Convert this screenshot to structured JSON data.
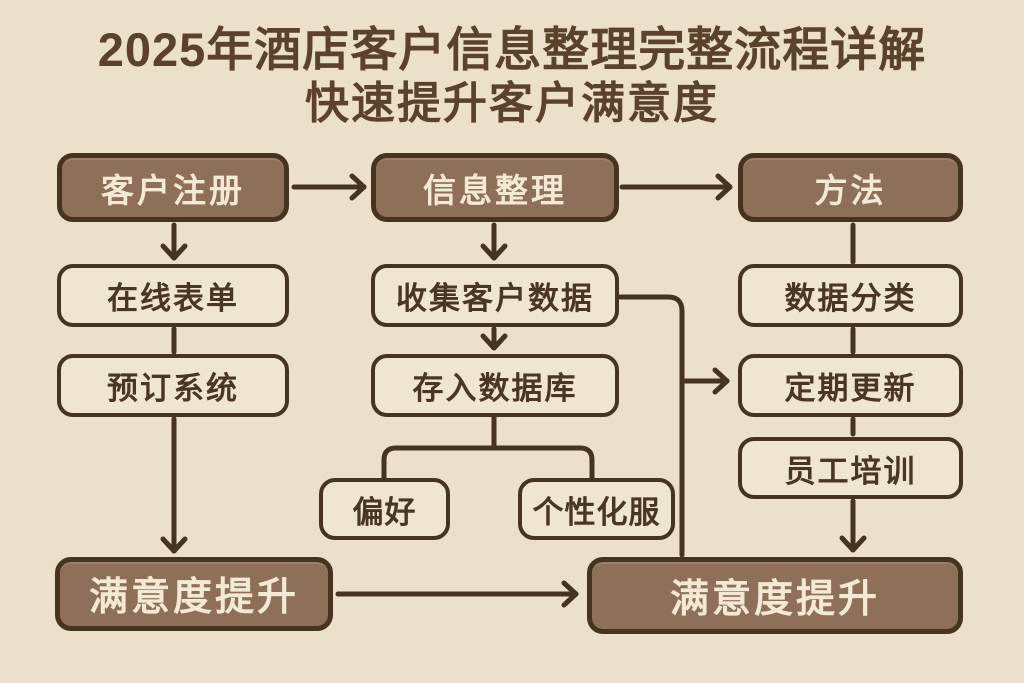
{
  "title": {
    "line1": "2025年酒店客户信息整理完整流程详解",
    "line2": "快速提升客户满意度"
  },
  "colors": {
    "background": "#ece0ca",
    "dark_node_fill": "#8e6f59",
    "light_node_fill": "#f0e6d0",
    "outline_and_lines": "#463421",
    "dark_node_text": "#f3e9d4",
    "light_node_text": "#4a3624",
    "title_text": "#5a422d"
  },
  "nodes": {
    "customer_registration": "客户注册",
    "info_organization": "信息整理",
    "method": "方法",
    "online_form": "在线表单",
    "collect_customer_data": "收集客户数据",
    "data_classification": "数据分类",
    "booking_system": "预订系统",
    "store_in_database": "存入数据库",
    "regular_update": "定期更新",
    "preferences": "偏好",
    "personalized_service": "个性化服",
    "staff_training": "员工培训",
    "satisfaction_left": "满意度提升",
    "satisfaction_right": "满意度提升"
  },
  "edges": [
    {
      "from": "customer_registration",
      "to": "info_organization",
      "arrowhead": true
    },
    {
      "from": "info_organization",
      "to": "method",
      "arrowhead": true
    },
    {
      "from": "customer_registration",
      "to": "online_form",
      "arrowhead": true
    },
    {
      "from": "online_form",
      "to": "booking_system",
      "arrowhead": false
    },
    {
      "from": "booking_system",
      "to": "satisfaction_left",
      "arrowhead": true
    },
    {
      "from": "info_organization",
      "to": "collect_customer_data",
      "arrowhead": true
    },
    {
      "from": "collect_customer_data",
      "to": "store_in_database",
      "arrowhead": true
    },
    {
      "from": "store_in_database",
      "to": "preferences",
      "arrowhead": false
    },
    {
      "from": "store_in_database",
      "to": "personalized_service",
      "arrowhead": false
    },
    {
      "from": "collect_customer_data",
      "to": "regular_update",
      "arrowhead": true
    },
    {
      "from": "collect_customer_data",
      "to": "satisfaction_right",
      "arrowhead": false
    },
    {
      "from": "method",
      "to": "data_classification",
      "arrowhead": false
    },
    {
      "from": "data_classification",
      "to": "regular_update",
      "arrowhead": false
    },
    {
      "from": "regular_update",
      "to": "staff_training",
      "arrowhead": false
    },
    {
      "from": "staff_training",
      "to": "satisfaction_right",
      "arrowhead": true
    },
    {
      "from": "satisfaction_left",
      "to": "satisfaction_right",
      "arrowhead": true
    }
  ]
}
